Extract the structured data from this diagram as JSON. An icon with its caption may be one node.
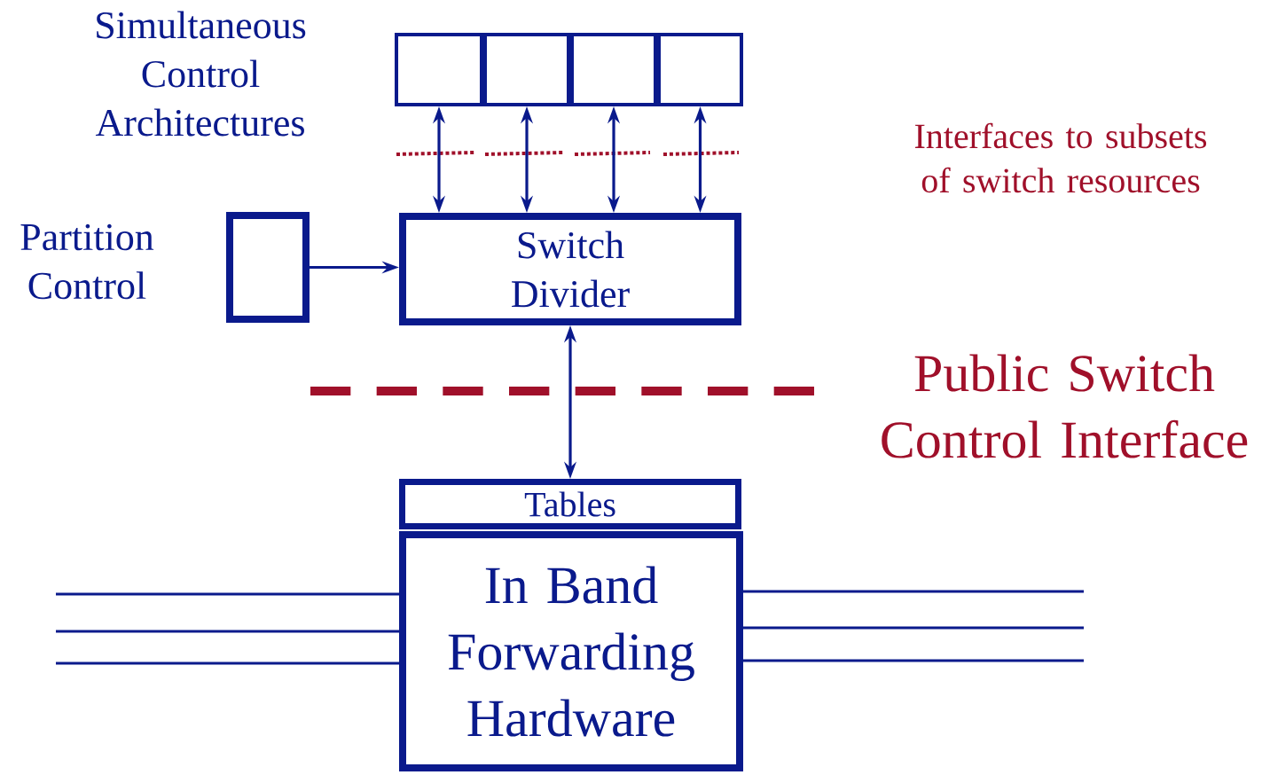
{
  "diagram": {
    "nodes": [
      {
        "text": [],
        "shape": "box"
      },
      {
        "text": [],
        "shape": "box"
      },
      {
        "text": [],
        "shape": "box"
      },
      {
        "text": [],
        "shape": "box"
      },
      {
        "text": [],
        "shape": "box",
        "beside": [
          "Partition Control"
        ]
      },
      {
        "text": [
          "Switch Divider"
        ]
      },
      {
        "text": [
          "Tables"
        ]
      },
      {
        "text": [
          "In Band Forwarding Hardware"
        ]
      }
    ],
    "edges": [
      {
        "from": 0,
        "to": 5,
        "arrow": "both"
      },
      {
        "from": 1,
        "to": 5,
        "arrow": "both"
      },
      {
        "from": 2,
        "to": 5,
        "arrow": "both"
      },
      {
        "from": 3,
        "to": 5,
        "arrow": "both"
      },
      {
        "from": 4,
        "to": 5,
        "arrow": "to"
      },
      {
        "from": 5,
        "to": 6,
        "arrow": "both"
      },
      {
        "from": null,
        "to": 7,
        "arrow": "none"
      },
      {
        "from": null,
        "to": 7,
        "arrow": "none"
      },
      {
        "from": null,
        "to": 7,
        "arrow": "none"
      },
      {
        "from": null,
        "to": 7,
        "arrow": "none"
      },
      {
        "from": null,
        "to": 7,
        "arrow": "none"
      },
      {
        "from": null,
        "to": 7,
        "arrow": "none"
      }
    ],
    "labels": [
      "Simultaneous Control Architectures",
      "Interfaces to subsets of switch resources",
      "Public Switch Control Interface"
    ]
  }
}
